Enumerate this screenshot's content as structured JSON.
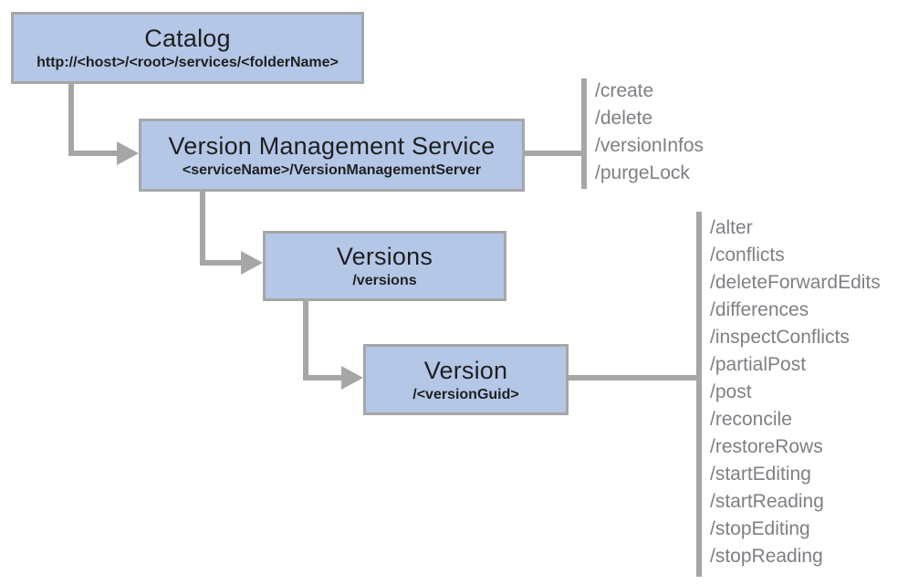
{
  "diagram": {
    "nodes": {
      "catalog": {
        "title": "Catalog",
        "subtitle": "http://<host>/<root>/services/<folderName>"
      },
      "vms": {
        "title": "Version Management Service",
        "subtitle": "<serviceName>/VersionManagementServer"
      },
      "versions": {
        "title": "Versions",
        "subtitle": "/versions"
      },
      "version": {
        "title": "Version",
        "subtitle": "/<versionGuid>"
      }
    },
    "vms_operations": [
      "/create",
      "/delete",
      "/versionInfos",
      "/purgeLock"
    ],
    "version_operations": [
      "/alter",
      "/conflicts",
      "/deleteForwardEdits",
      "/differences",
      "/inspectConflicts",
      "/partialPost",
      "/post",
      "/reconcile",
      "/restoreRows",
      "/startEditing",
      "/startReading",
      "/stopEditing",
      "/stopReading"
    ],
    "colors": {
      "node_fill": "#b4c7e7",
      "node_border": "#a6a6a6",
      "connector": "#a6a6a6",
      "operation_text": "#7d8084",
      "node_text": "#1f1f1f"
    }
  }
}
